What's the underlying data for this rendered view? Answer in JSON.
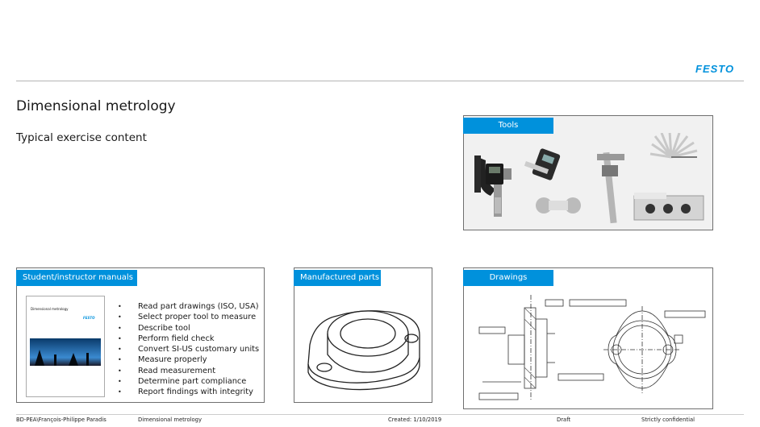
{
  "header": {
    "logo": "FESTO"
  },
  "slide": {
    "title": "Dimensional metrology",
    "subtitle": "Typical exercise content"
  },
  "panels": {
    "tools": {
      "label": "Tools"
    },
    "manuals": {
      "label": "Student/instructor manuals",
      "cover_title": "Dimensional metrology",
      "cover_logo": "FESTO",
      "bullets": [
        "Read part drawings (ISO, USA)",
        "Select proper tool to measure",
        "Describe tool",
        "Perform field check",
        "Convert SI-US customary units",
        "Measure properly",
        "Read measurement",
        "Determine part compliance",
        "Report findings with integrity"
      ]
    },
    "parts": {
      "label": "Manufactured parts"
    },
    "drawings": {
      "label": "Drawings"
    }
  },
  "footer": {
    "author": "BD-PEA\\François-Philippe Paradis",
    "topic": "Dimensional metrology",
    "created": "Created: 1/10/2019",
    "status": "Draft",
    "confidentiality": "Strictly confidential"
  },
  "colors": {
    "accent": "#0091dc",
    "panel_border": "#6f6f6f"
  }
}
